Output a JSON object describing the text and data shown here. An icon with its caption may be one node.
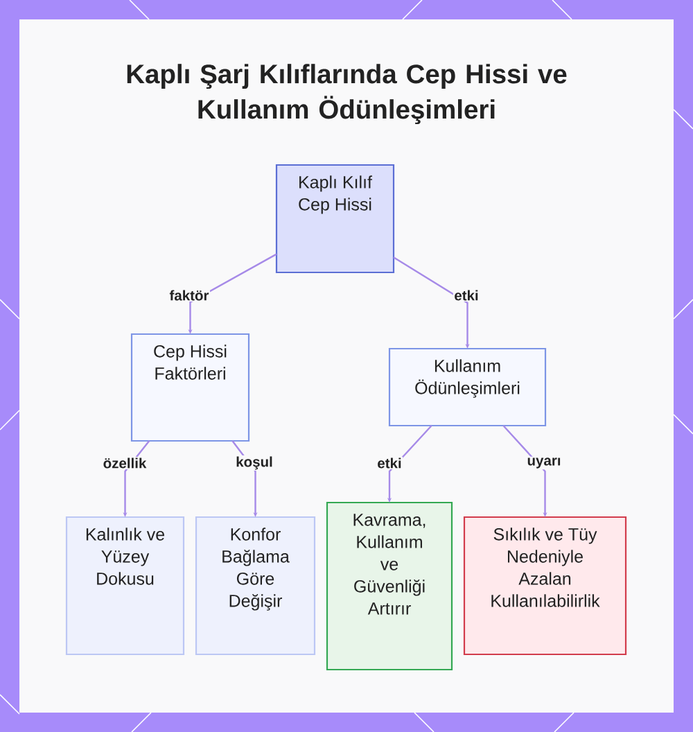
{
  "diagram": {
    "title": "Kaplı Şarj Kılıflarında Cep Hissi ve Kullanım Ödünleşimleri",
    "nodes": [
      {
        "text": [
          "Kaplı Kılıf Cep Hissi"
        ]
      },
      {
        "text": [
          "Cep Hissi Faktörleri"
        ]
      },
      {
        "text": [
          "Kullanım Ödünleşimleri"
        ]
      },
      {
        "text": [
          "Kalınlık ve Yüzey Dokusu"
        ]
      },
      {
        "text": [
          "Konfor Bağlama Göre Değişir"
        ]
      },
      {
        "text": [
          "Kavrama, Kullanım ve Güvenliği Artırır"
        ]
      },
      {
        "text": [
          "Sıkılık ve Tüy Nedeniyle Azalan Kullanılabilirlik"
        ]
      }
    ],
    "edges": [
      {
        "from": 0,
        "to": 1,
        "arrow": "to",
        "label": "faktör"
      },
      {
        "from": 0,
        "to": 2,
        "arrow": "to",
        "label": "etki"
      },
      {
        "from": 1,
        "to": 3,
        "arrow": "to",
        "label": "özellik"
      },
      {
        "from": 1,
        "to": 4,
        "arrow": "to",
        "label": "koşul"
      },
      {
        "from": 2,
        "to": 5,
        "arrow": "to",
        "label": "etki"
      },
      {
        "from": 2,
        "to": 6,
        "arrow": "to",
        "label": "uyarı"
      }
    ]
  }
}
